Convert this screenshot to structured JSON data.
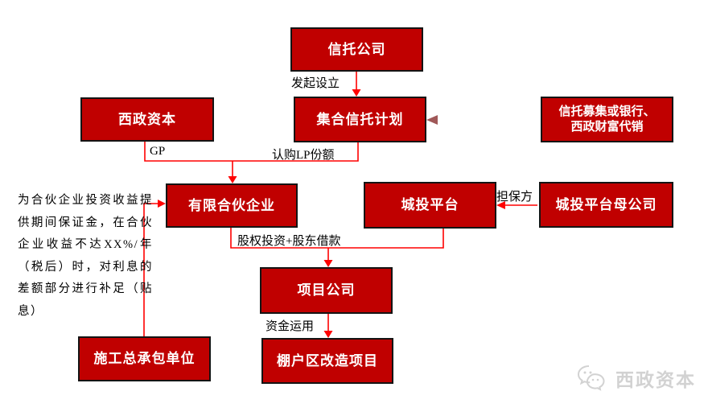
{
  "diagram": {
    "nodes": {
      "trust_company": {
        "label": "信托公司"
      },
      "collective_trust_plan": {
        "label": "集合信托计划"
      },
      "xizheng_capital": {
        "label": "西政资本"
      },
      "distribution": {
        "line1": "信托募集或银行、",
        "line2": "西政财富代销"
      },
      "limited_partnership": {
        "label": "有限合伙企业"
      },
      "city_platform": {
        "label": "城投平台"
      },
      "city_platform_parent": {
        "label": "城投平台母公司"
      },
      "project_company": {
        "label": "项目公司"
      },
      "shantytown_project": {
        "label": "棚户区改造项目"
      },
      "general_contractor": {
        "label": "施工总承包单位"
      }
    },
    "edges": {
      "initiate": "发起设立",
      "gp": "GP",
      "subscribe_lp": "认购LP份额",
      "equity_loan": "股权投资+股东借款",
      "guarantor": "担保方",
      "capital_use": "资金运用"
    },
    "note": "为合伙企业投资收益提供期间保证金，在合伙企业收益不达XX%/年（税后）时，对利息的差额部分进行补足（贴息）",
    "watermark": "西政资本",
    "colors": {
      "box_fill": "#c00000",
      "box_border": "#141414",
      "arrow_red": "#ff0000",
      "pink_arrow_light": "#f5b8b8",
      "pink_arrow_dark": "#a05858",
      "watermark_gray": "#d2d2d2"
    }
  }
}
